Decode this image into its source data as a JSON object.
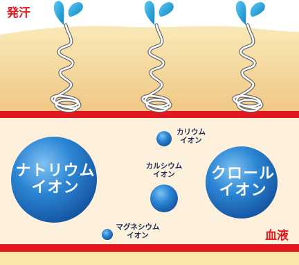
{
  "labels": {
    "sweat": "発汗",
    "blood": "血液"
  },
  "ions": [
    {
      "id": "sodium",
      "line1": "ナトリウム",
      "line2": "イオン",
      "size": "large"
    },
    {
      "id": "potassium",
      "line1": "カリウム",
      "line2": "イオン",
      "size": "small"
    },
    {
      "id": "calcium",
      "line1": "カルシウム",
      "line2": "イオン",
      "size": "medium"
    },
    {
      "id": "chloride",
      "line1": "クロール",
      "line2": "イオン",
      "size": "large"
    },
    {
      "id": "magnesium",
      "line1": "マグネシウム",
      "line2": "イオン",
      "size": "small"
    }
  ],
  "colors": {
    "skin_top": "#f8e6b0",
    "skin_bottom": "#f0c785",
    "blood_band": "#e1181f",
    "plasma": "#fcefd9",
    "bottom_strip": "#fbe7a8",
    "ion_blue": "#1f6fc2",
    "drop_blue": "#1aa3dc",
    "label_red": "#e1181f",
    "label_dark": "#1e2c54"
  }
}
